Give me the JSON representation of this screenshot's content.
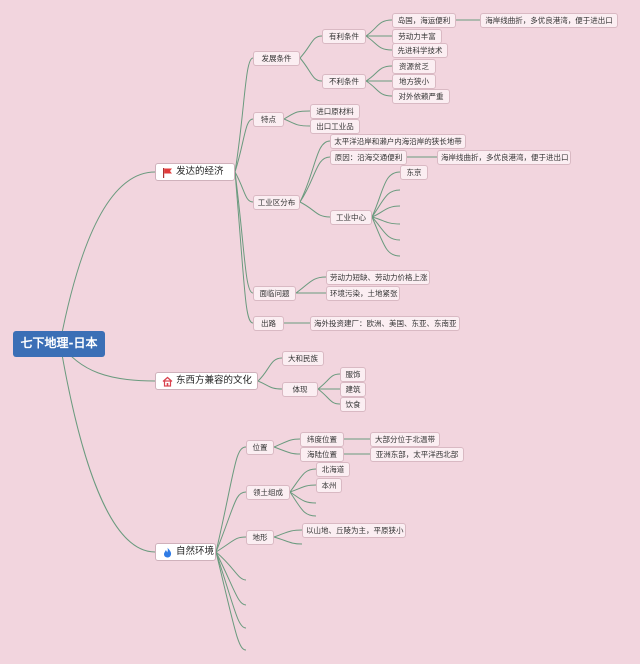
{
  "root": "七下地理-日本",
  "economy": {
    "title": "发达的经济",
    "icon": "red-flag-icon",
    "dev_conditions": "发展条件",
    "favorable": "有利条件",
    "fav1": "岛国，海运便利",
    "fav1_detail": "海岸线曲折，多优良港湾，便于进出口",
    "fav2": "劳动力丰富",
    "fav3": "先进科学技术",
    "unfavorable": "不利条件",
    "unfav1": "资源贫乏",
    "unfav2": "地方狭小",
    "unfav3": "对外依赖严重",
    "features": "特点",
    "feat1": "进口原材料",
    "feat2": "出口工业品",
    "industry": "工业区分布",
    "ind1": "太平洋沿岸和濑户内海沿岸的狭长地带",
    "ind2": "原因：沿海交通便利",
    "ind2_detail": "海岸线曲折，多优良港湾，便于进出口",
    "centers": "工业中心",
    "center1": "东京",
    "problems": "面临问题",
    "prob1": "劳动力短缺、劳动力价格上涨",
    "prob2": "环境污染，土地紧张",
    "solution": "出路",
    "sol1": "海外投资建厂：欧洲、美国、东亚、东南亚"
  },
  "culture": {
    "title": "东西方兼容的文化",
    "icon": "house-icon",
    "c1": "大和民族",
    "show": "体现",
    "s1": "服饰",
    "s2": "建筑",
    "s3": "饮食"
  },
  "nature": {
    "title": "自然环境",
    "icon": "flame-icon",
    "location": "位置",
    "lat": "纬度位置",
    "lat_detail": "大部分位于北温带",
    "sea": "海陆位置",
    "sea_detail": "亚洲东部，太平洋西北部",
    "territory": "领土组成",
    "t1": "北海道",
    "t2": "本州",
    "terrain": "地形",
    "terrain_detail": "以山地、丘陵为主，平原狭小"
  },
  "colors": {
    "line": "#6a9a7e",
    "root": "#3b6fb6",
    "background": "#f2d5de"
  }
}
